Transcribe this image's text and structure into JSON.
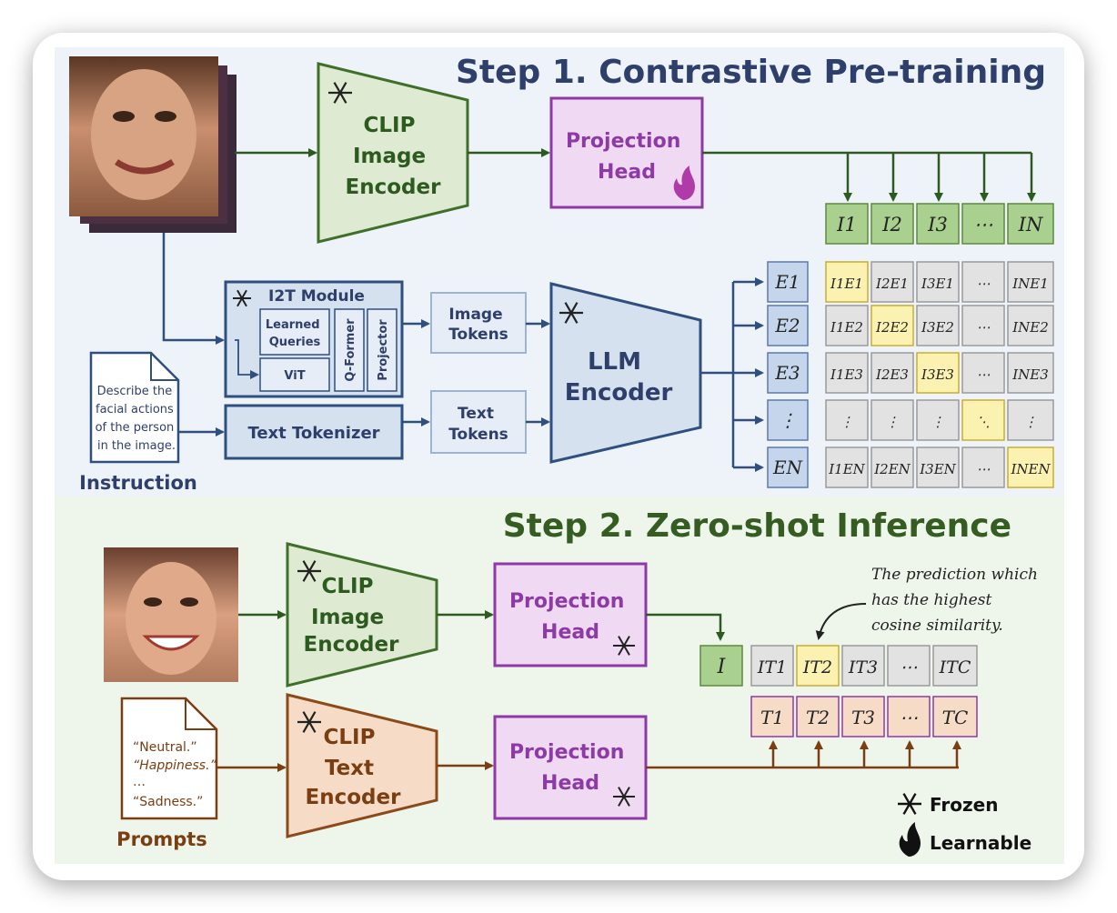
{
  "step1": {
    "title": "Step 1. Contrastive Pre-training",
    "clip_image_encoder": [
      "CLIP",
      "Image",
      "Encoder"
    ],
    "projection_head": [
      "Projection",
      "Head"
    ],
    "i2t_module": {
      "title": "I2T Module",
      "learned_queries": [
        "Learned",
        "Queries"
      ],
      "vit": "ViT",
      "qformer": "Q-Former",
      "projector": "Projector"
    },
    "image_tokens": [
      "Image",
      "Tokens"
    ],
    "text_tokens": [
      "Text",
      "Tokens"
    ],
    "text_tokenizer": "Text Tokenizer",
    "llm_encoder": [
      "LLM",
      "Encoder"
    ],
    "instruction_text": [
      "Describe the",
      "facial actions",
      "of the person",
      "in the image."
    ],
    "instruction_label": "Instruction",
    "image_feature_row": [
      "I1",
      "I2",
      "I3",
      "⋯",
      "IN"
    ],
    "text_feature_col": [
      "E1",
      "E2",
      "E3",
      "⋮",
      "EN"
    ],
    "similarity_matrix": [
      [
        "I1E1",
        "I2E1",
        "I3E1",
        "⋯",
        "INE1"
      ],
      [
        "I1E2",
        "I2E2",
        "I3E2",
        "⋯",
        "INE2"
      ],
      [
        "I1E3",
        "I2E3",
        "I3E3",
        "⋯",
        "INE3"
      ],
      [
        "⋮",
        "⋮",
        "⋮",
        "⋱",
        "⋮"
      ],
      [
        "I1EN",
        "I2EN",
        "I3EN",
        "⋯",
        "INEN"
      ]
    ],
    "highlighted_diagonal": true
  },
  "step2": {
    "title": "Step 2. Zero-shot Inference",
    "clip_image_encoder": [
      "CLIP",
      "Image",
      "Encoder"
    ],
    "clip_text_encoder": [
      "CLIP",
      "Text",
      "Encoder"
    ],
    "projection_head_top": [
      "Projection",
      "Head"
    ],
    "projection_head_bottom": [
      "Projection",
      "Head"
    ],
    "prompts": [
      "“Neutral.”",
      "“Happiness.”",
      "…",
      "“Sadness.”"
    ],
    "prompts_label": "Prompts",
    "image_feature": "I",
    "similarity_row": [
      "IT1",
      "IT2",
      "IT3",
      "⋯",
      "ITC"
    ],
    "highlighted_index": 1,
    "text_feature_row": [
      "T1",
      "T2",
      "T3",
      "⋯",
      "TC"
    ],
    "annotation": [
      "The prediction which",
      "has the highest",
      "cosine similarity."
    ]
  },
  "legend": {
    "frozen": "Frozen",
    "learnable": "Learnable",
    "frozen_icon": "snowflake-icon",
    "learnable_icon": "flame-icon"
  },
  "colors": {
    "step1_bg": "#eef3fa",
    "step2_bg": "#eef5ea",
    "image_green": "#5c8a3c",
    "projection_purple": "#8e3aa6",
    "llm_blue": "#2f4f7f",
    "text_orange": "#8a4a1a",
    "highlight_yellow": "#fbf1b0"
  }
}
